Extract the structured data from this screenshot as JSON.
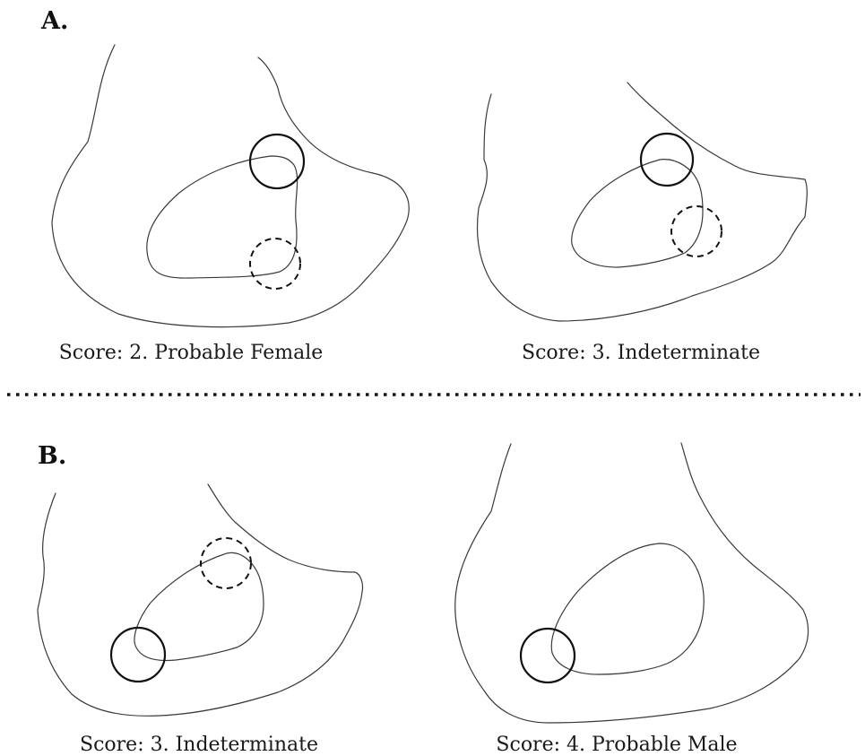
{
  "panels": [
    {
      "label": "A.",
      "captions": [
        "Score: 2. Probable Female",
        "Score: 3. Indeterminate"
      ]
    },
    {
      "label": "B.",
      "captions": [
        "Score: 3. Indeterminate",
        "Score: 4. Probable Male"
      ]
    }
  ],
  "legend_marks": {
    "solid_circle": "solid-circle",
    "dashed_circle": "dashed-circle"
  }
}
